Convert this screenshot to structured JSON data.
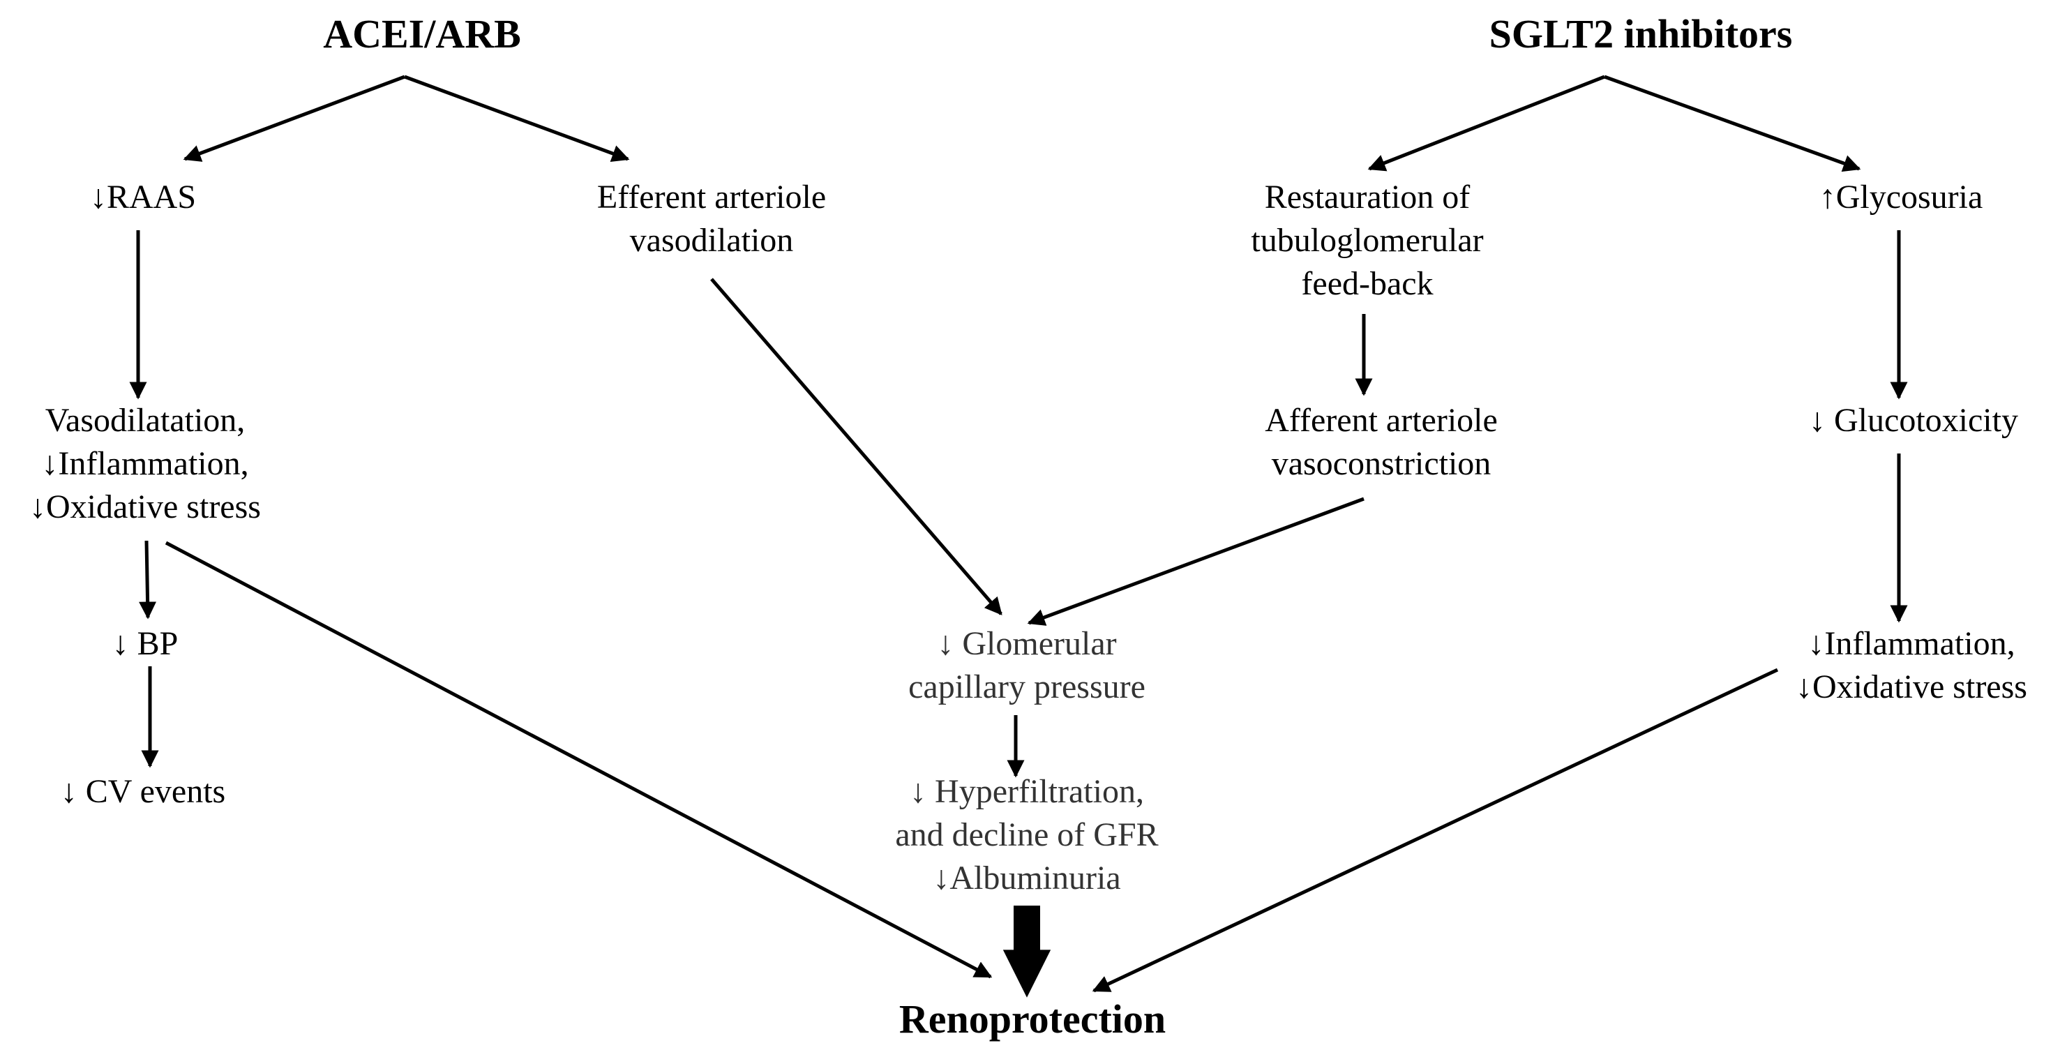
{
  "headings": {
    "acei_arb": "ACEI/ARB",
    "sglt2": "SGLT2 inhibitors",
    "renoprotection": "Renoprotection"
  },
  "nodes": {
    "raas": [
      "↓RAAS"
    ],
    "efferent": [
      "Efferent arteriole",
      "vasodilation"
    ],
    "vasodilatation": [
      "Vasodilatation,",
      "↓Inflammation,",
      "↓Oxidative stress"
    ],
    "bp": [
      "↓ BP"
    ],
    "cv": [
      "↓ CV events"
    ],
    "restauration": [
      "Restauration of",
      "tubuloglomerular",
      "feed-back"
    ],
    "glycosuria": [
      "↑Glycosuria"
    ],
    "afferent": [
      "Afferent arteriole",
      "vasoconstriction"
    ],
    "glucotoxicity": [
      "↓ Glucotoxicity"
    ],
    "glomerular": [
      "↓ Glomerular",
      "capillary pressure"
    ],
    "inflammation_right": [
      "↓Inflammation,",
      "↓Oxidative stress"
    ],
    "hyperfiltration": [
      "↓ Hyperfiltration,",
      "and decline of GFR",
      "↓Albuminuria"
    ]
  },
  "colors": {
    "text": "#000000",
    "muted_text": "#333333",
    "arrow": "#000000",
    "background": "#ffffff"
  }
}
